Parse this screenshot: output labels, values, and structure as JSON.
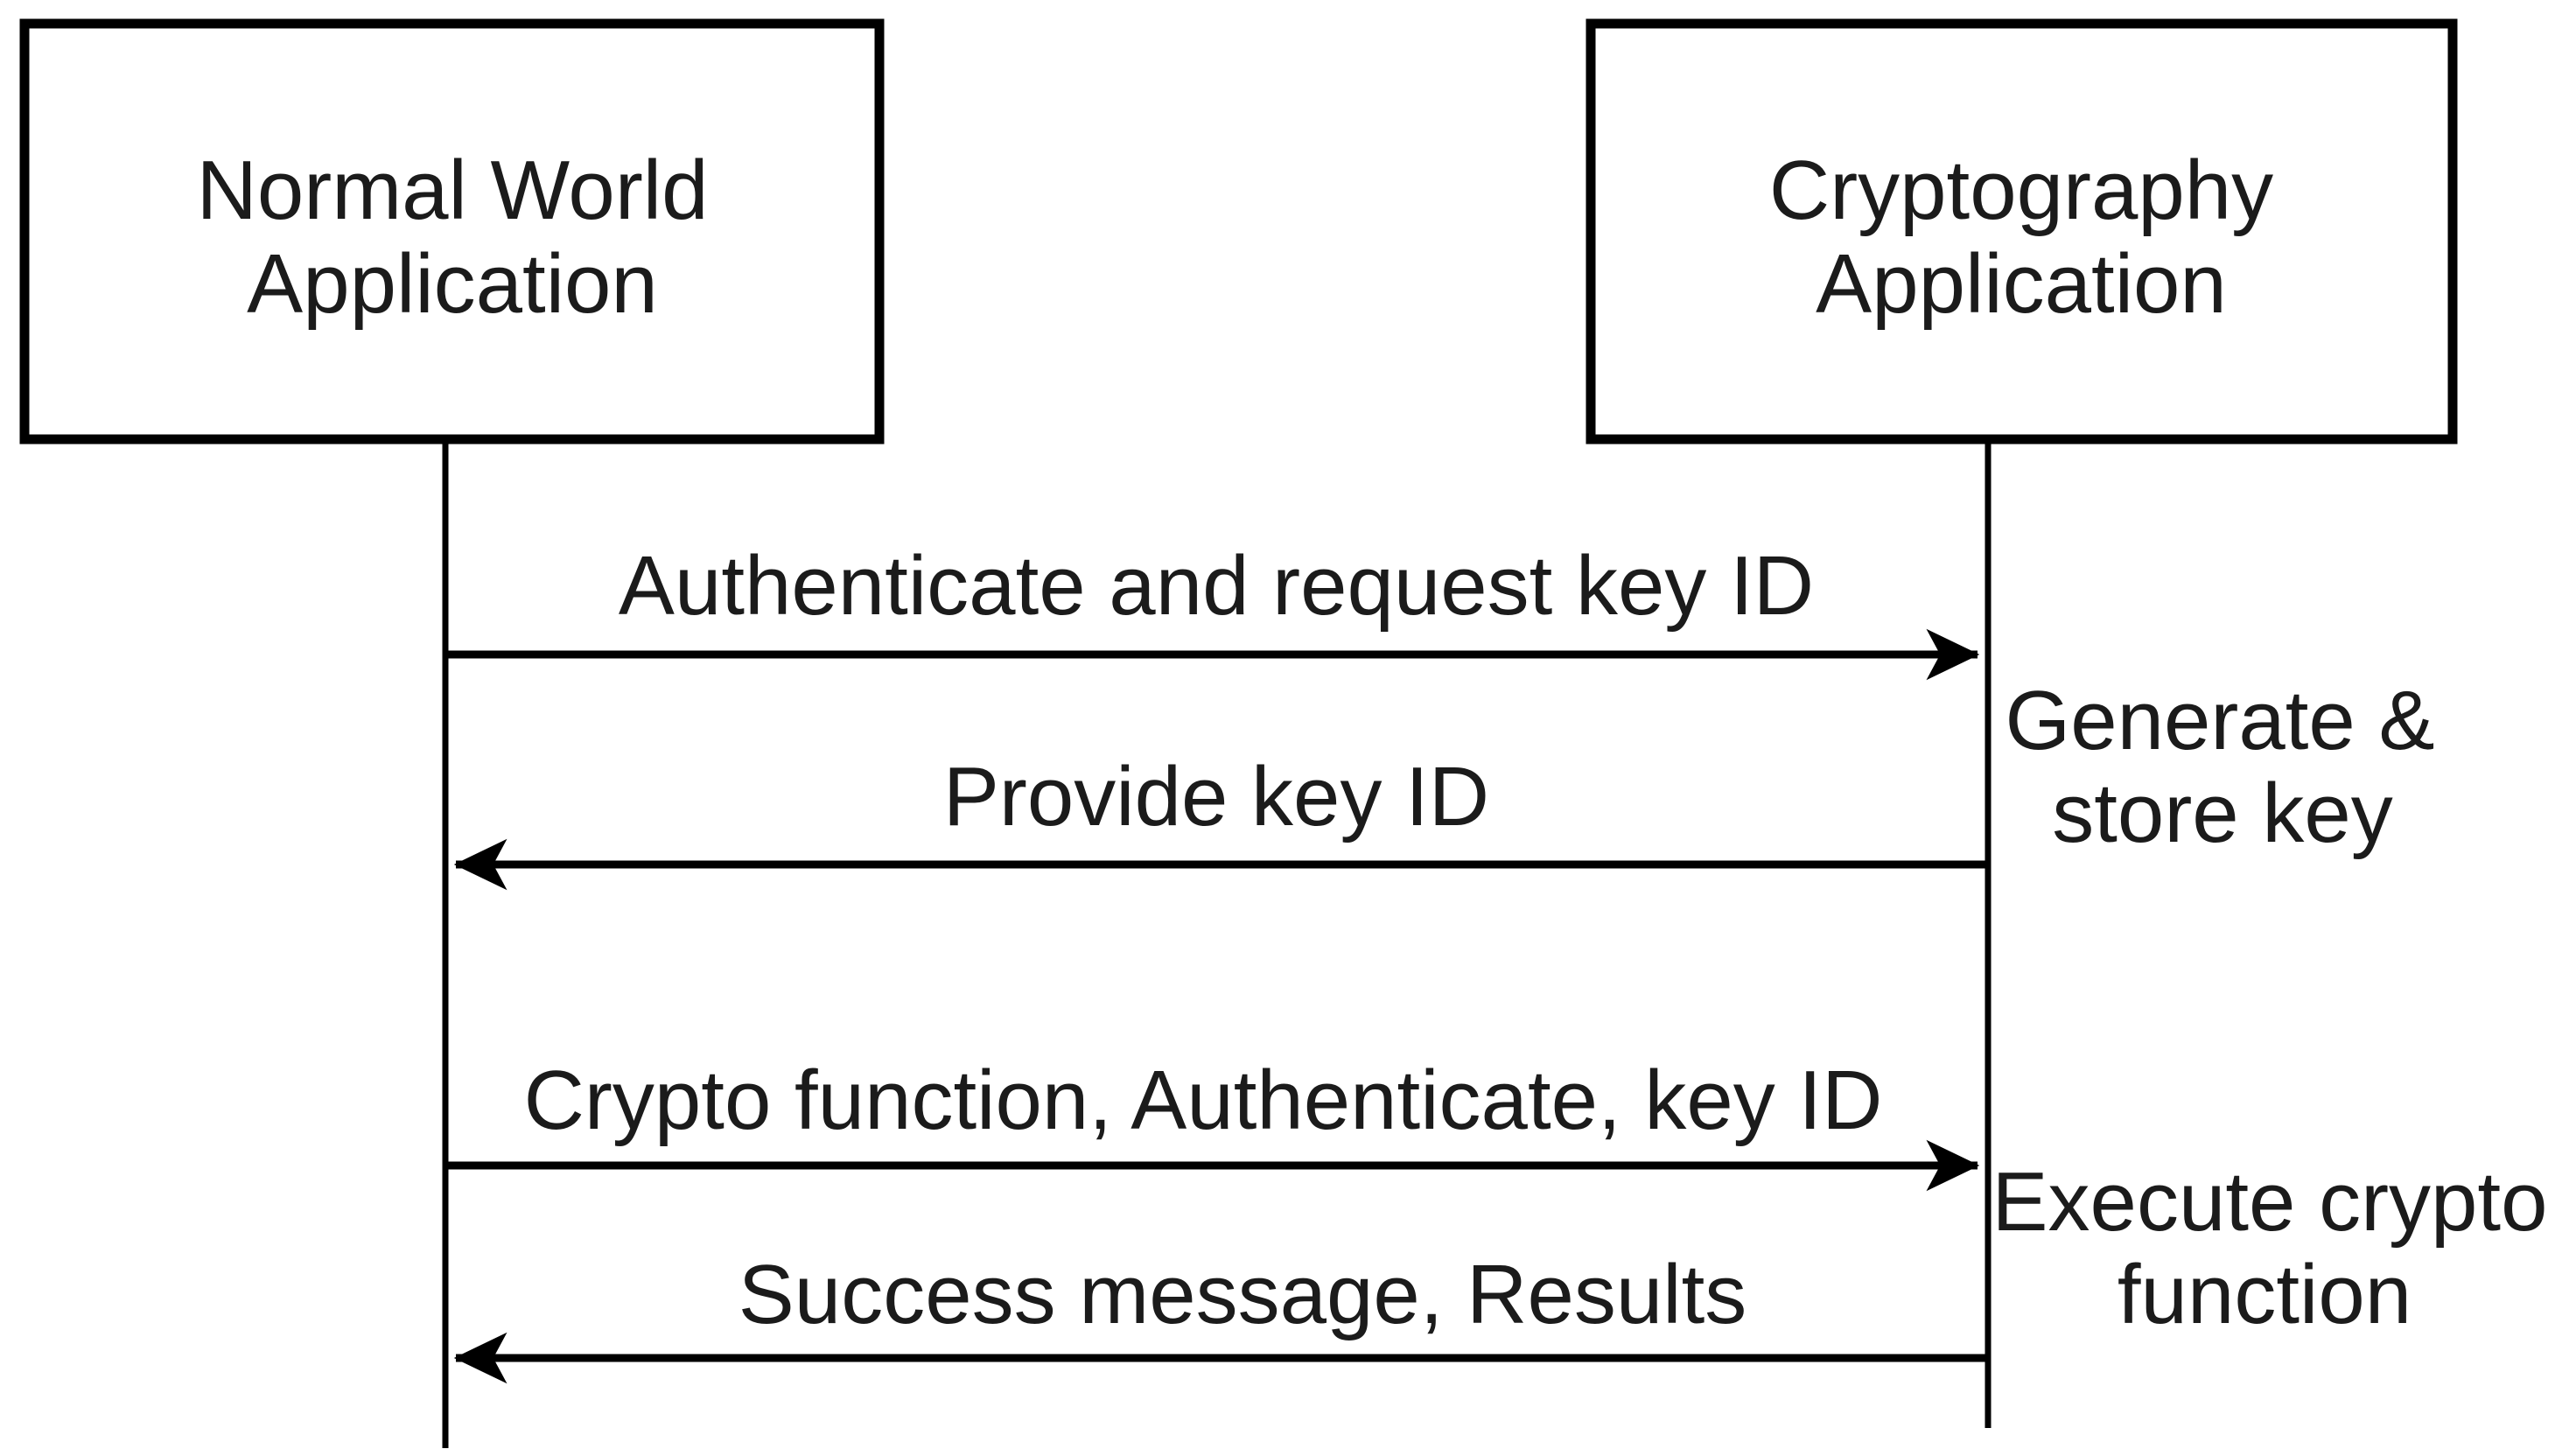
{
  "diagram": {
    "background_color": "#ffffff",
    "line_color": "#000000",
    "text_color": "#1b1b1b",
    "actors": [
      {
        "id": "normal-world-application",
        "label_line1": "Normal World",
        "label_line2": "Application"
      },
      {
        "id": "cryptography-application",
        "label_line1": "Cryptography",
        "label_line2": "Application"
      }
    ],
    "messages": [
      {
        "label": "Authenticate and request key ID",
        "direction": "right"
      },
      {
        "label": "Provide key ID",
        "direction": "left"
      },
      {
        "label": "Crypto function, Authenticate, key ID",
        "direction": "right"
      },
      {
        "label": "Success message, Results",
        "direction": "left"
      }
    ],
    "annotations": [
      {
        "line1": "Generate &",
        "line2": "store key"
      },
      {
        "line1": "Execute crypto",
        "line2": "function"
      }
    ]
  }
}
